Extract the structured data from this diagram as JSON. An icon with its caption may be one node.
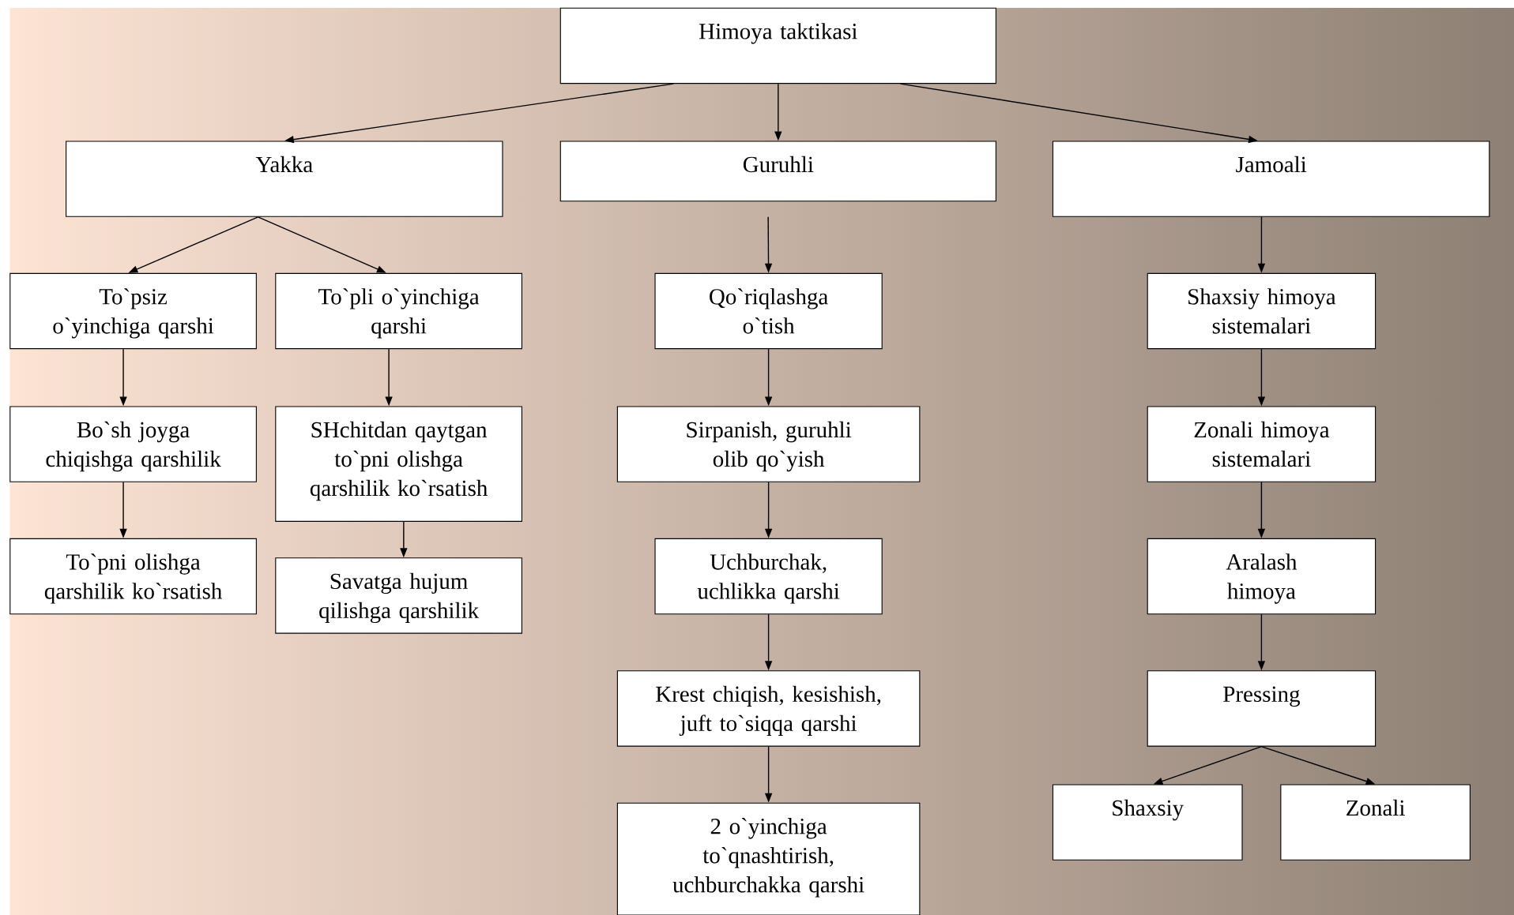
{
  "diagram": {
    "nodes": [
      {
        "text": [
          "Himoya taktikasi"
        ]
      },
      {
        "text": [
          "Yakka"
        ]
      },
      {
        "text": [
          "Guruhli"
        ]
      },
      {
        "text": [
          "Jamoali"
        ]
      },
      {
        "text": [
          "To`psiz o`yinchiga qarshi"
        ]
      },
      {
        "text": [
          "To`pli o`yinchiga qarshi"
        ]
      },
      {
        "text": [
          "Bo`sh joyga chiqishga qarshilik"
        ]
      },
      {
        "text": [
          "SHchitdan qaytgan to`pni olishga qarshilik ko`rsatish"
        ]
      },
      {
        "text": [
          "To`pni olishga qarshilik ko`rsatish"
        ]
      },
      {
        "text": [
          "Savatga hujum qilishga qarshilik"
        ]
      },
      {
        "text": [
          "Qo`riqlashga o`tish"
        ]
      },
      {
        "text": [
          "Sirpanish, guruhli olib qo`yish"
        ]
      },
      {
        "text": [
          "Uchburchak, uchlikka qarshi"
        ]
      },
      {
        "text": [
          "Krest chiqish, kesishish, juft to`siqqa qarshi"
        ]
      },
      {
        "text": [
          "2 o`yinchiga to`qnashtirish, uchburchakka qarshi"
        ]
      },
      {
        "text": [
          "Shaxsiy himoya sistemalari"
        ]
      },
      {
        "text": [
          "Zonali himoya sistemalari"
        ]
      },
      {
        "text": [
          "Aralash himoya"
        ]
      },
      {
        "text": [
          "Pressing"
        ]
      },
      {
        "text": [
          "Shaxsiy"
        ]
      },
      {
        "text": [
          "Zonali"
        ]
      }
    ],
    "edges": [
      {
        "from": 0,
        "to": 1,
        "arrow": "to"
      },
      {
        "from": 0,
        "to": 2,
        "arrow": "to"
      },
      {
        "from": 0,
        "to": 3,
        "arrow": "to"
      },
      {
        "from": 1,
        "to": 4,
        "arrow": "to"
      },
      {
        "from": 1,
        "to": 5,
        "arrow": "to"
      },
      {
        "from": 4,
        "to": 6,
        "arrow": "to"
      },
      {
        "from": 6,
        "to": 8,
        "arrow": "to"
      },
      {
        "from": 5,
        "to": 7,
        "arrow": "to"
      },
      {
        "from": 7,
        "to": 9,
        "arrow": "to"
      },
      {
        "from": 2,
        "to": 10,
        "arrow": "to"
      },
      {
        "from": 10,
        "to": 11,
        "arrow": "to"
      },
      {
        "from": 11,
        "to": 12,
        "arrow": "to"
      },
      {
        "from": 12,
        "to": 13,
        "arrow": "to"
      },
      {
        "from": 13,
        "to": 14,
        "arrow": "to"
      },
      {
        "from": 3,
        "to": 15,
        "arrow": "to"
      },
      {
        "from": 15,
        "to": 16,
        "arrow": "to"
      },
      {
        "from": 16,
        "to": 17,
        "arrow": "to"
      },
      {
        "from": 17,
        "to": 18,
        "arrow": "to"
      },
      {
        "from": 18,
        "to": 19,
        "arrow": "to"
      },
      {
        "from": 18,
        "to": 20,
        "arrow": "to"
      }
    ]
  }
}
